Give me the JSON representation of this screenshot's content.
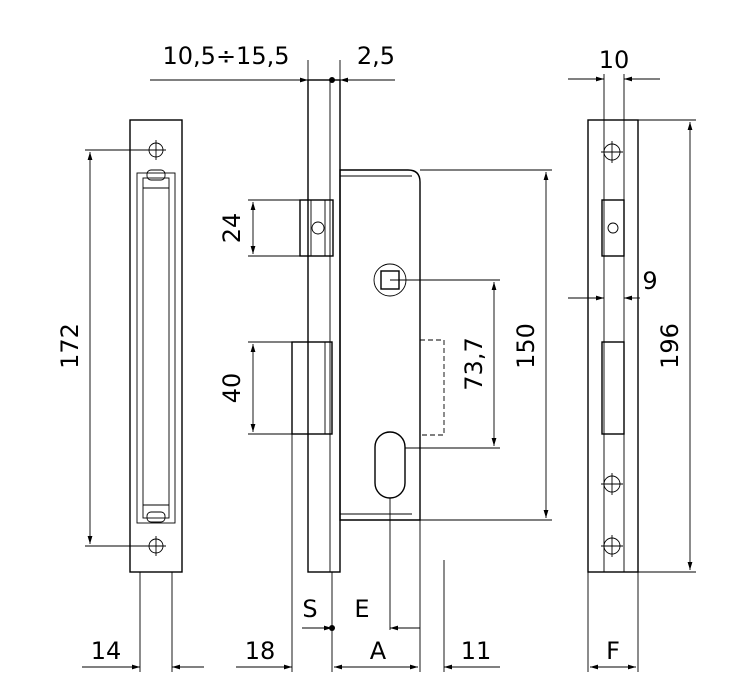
{
  "dimensions": {
    "backset_range": "10,5÷15,5",
    "offset": "2,5",
    "faceplate_width": "10",
    "strike_height": "172",
    "latch_height": "24",
    "bolt_height": "40",
    "handle_to_key": "73,7",
    "case_height": "150",
    "total_height": "196",
    "edge_small": "9",
    "strike_width": "14",
    "front_width": "18",
    "case_width": "11",
    "label_s": "S",
    "label_e": "E",
    "label_a": "A",
    "label_f": "F"
  }
}
